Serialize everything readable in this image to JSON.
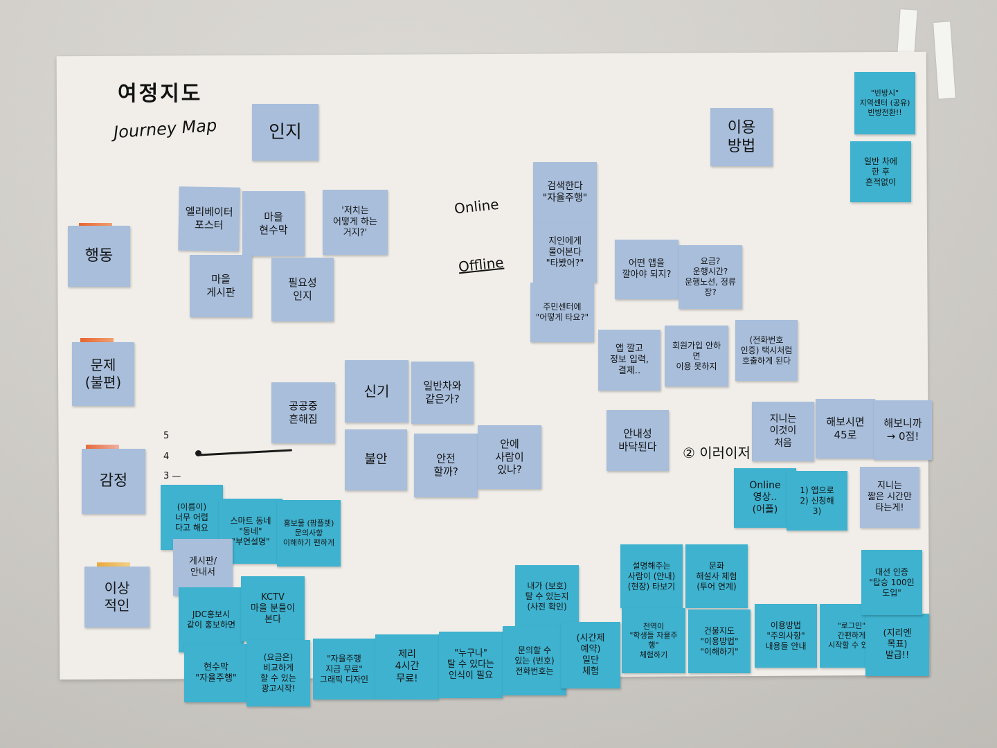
{
  "title": {
    "ko": "여정지도",
    "en": "Journey Map"
  },
  "labels": {
    "online_1": "Online",
    "offline": "Offline",
    "step_mark": "② 이러이저",
    "scale_5": "5",
    "scale_4": "4",
    "scale_3": "3 —"
  },
  "rows": {
    "action": "행동",
    "problem": "문제\n(불편)",
    "emotion": "감정",
    "ideal": "이상\n적인"
  },
  "stages": {
    "awareness": "인지",
    "usage": "이용\n방법"
  },
  "notes": {
    "n01": "엘리베이터\n포스터",
    "n02": "마을\n현수막",
    "n03": "'저치는\n어떻게 하는\n거지?'",
    "n04": "마을\n게시판",
    "n05": "필요성\n인지",
    "n06": "검색한다\n\"자율주행\"",
    "n07": "지인에게\n물어본다\n\"타봤어?\"",
    "n08": "주민센터에\n\"어떻게 타요?\"",
    "n09": "어떤 앱을\n깔아야 되지?",
    "n10": "요금?\n운행시간?\n운행노선, 정류장?",
    "n11": "앱 깔고\n정보 입력,\n결제..",
    "n12": "회원가입 안하면\n이용 못하지",
    "n13": "(전화번호\n인증) 택시처럼\n호출하게 된다",
    "n14": "공공중\n흔해짐",
    "n15": "신기",
    "n16": "일반차와\n같은가?",
    "n17": "불안",
    "n18": "안전\n할까?",
    "n19": "안에\n사람이\n있나?",
    "n20": "안내성\n바닥된다",
    "n21": "지니는\n이것이\n처음",
    "n22": "해보시면\n45로",
    "n23": "해보니까\n→ 0점!",
    "n24": "Online\n영상..\n(어플)",
    "n25": "1) 앱으로\n2) 신청해\n3)",
    "n26": "지니는\n짧은 시간만\n타는게!",
    "t01": "\"빈방시\"\n지역센터 (공유)\n빈방전환!!",
    "t02": "일반 차에\n한 후\n흔적없이",
    "t03": "(이름이)\n너무 어렵\n다고 해요",
    "t04": "스마트 동네\n\"동네\"\n\"부연설명\"",
    "t05": "홍보물 (팜플렛)\n문의사항\n이해하기 편하게",
    "t06": "게시판/\n안내서",
    "t07": "JDC홍보시\n같이 홍보하면",
    "t08": "KCTV\n마을 분들이\n본다",
    "t09": "현수막\n\"자율주행\"",
    "t10": "(요금은)\n비교하게\n할 수 있는\n광고시작!",
    "t11": "\"자율주행\n지금 무료\"\n그래픽 디자인",
    "t12": "제리\n4시간\n무료!",
    "t13": "\"누구나\"\n탈 수 있다는\n인식이 필요",
    "t14": "내가 (보호)\n탈 수 있는지\n(사전 확인)",
    "t15": "문의할 수\n있는 (번호)\n전화번호는",
    "t16": "(시간제\n예약)\n일단\n체험",
    "t17": "설명해주는\n사람이 (안내)\n(현장) 타보기",
    "t18": "문화\n해설사 체험\n(투어 연계)",
    "t19": "전역이\n\"학생들 자율주행\"\n체험하기",
    "t20": "건물지도\n\"이용방법\"\n\"이해하기\"",
    "t21": "이용방법\n\"주의사항\"\n내용들 안내",
    "t22": "\"로그인\"\n간편하게\n시작할 수 있는",
    "t23": "(지리엔\n목표)\n발급!!",
    "t24": "대선 인증\n\"탑승 100인\n도입\""
  }
}
